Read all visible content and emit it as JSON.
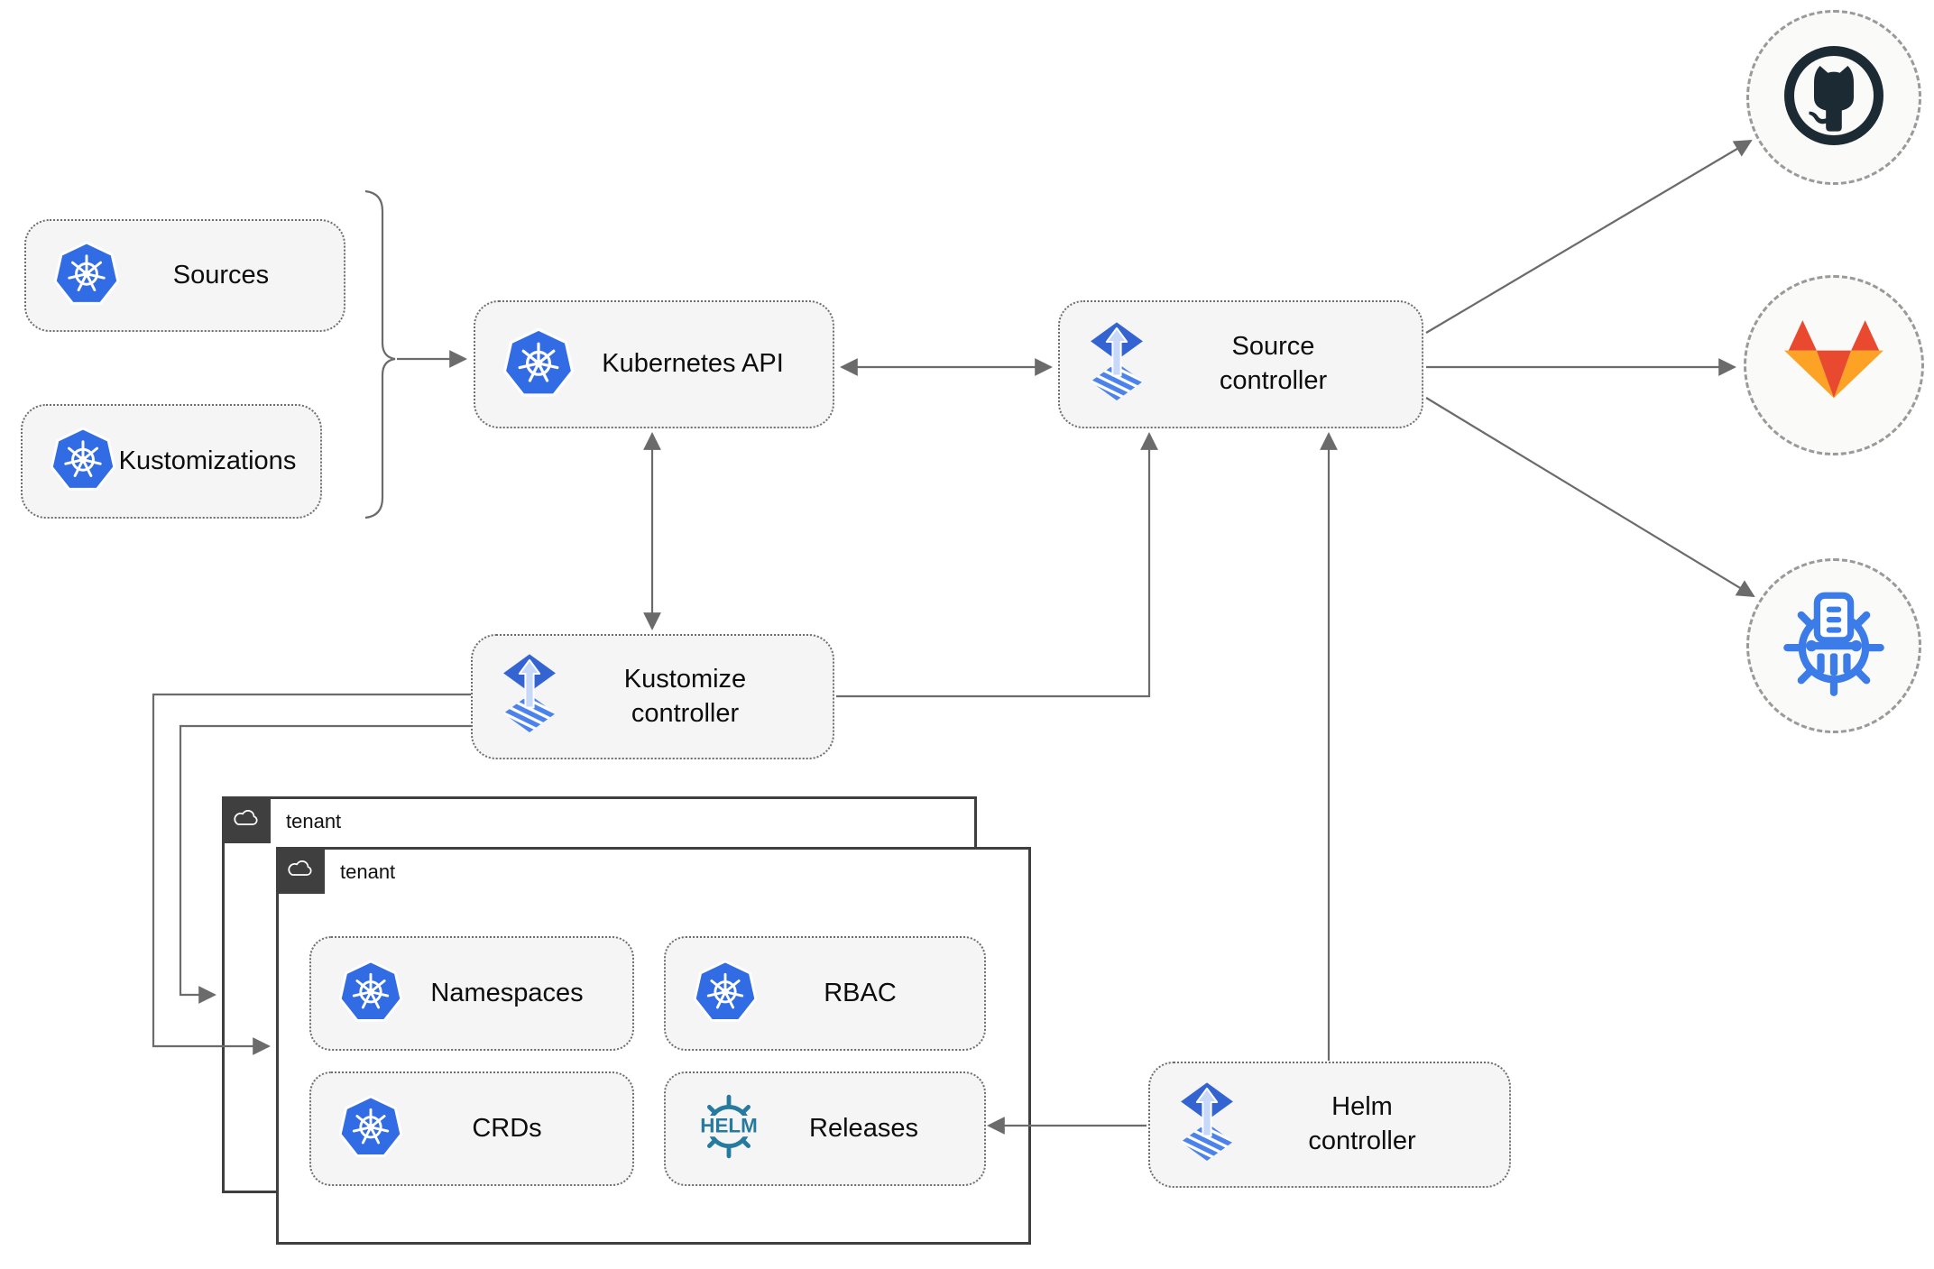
{
  "nodes": {
    "sources": {
      "label": "Sources",
      "icon": "kubernetes-icon"
    },
    "kustomizations": {
      "label": "Kustomizations",
      "icon": "kubernetes-icon"
    },
    "kubernetes_api": {
      "label": "Kubernetes API",
      "icon": "kubernetes-icon"
    },
    "source_controller": {
      "label": "Source controller",
      "icon": "flux-icon"
    },
    "kustomize_controller": {
      "label": "Kustomize controller",
      "icon": "flux-icon"
    },
    "helm_controller": {
      "label": "Helm controller",
      "icon": "flux-icon"
    }
  },
  "tenants": {
    "back": {
      "label": "tenant",
      "icon": "cloud-icon"
    },
    "front": {
      "label": "tenant",
      "icon": "cloud-icon",
      "items": [
        {
          "label": "Namespaces",
          "icon": "kubernetes-icon"
        },
        {
          "label": "RBAC",
          "icon": "kubernetes-icon"
        },
        {
          "label": "CRDs",
          "icon": "kubernetes-icon"
        },
        {
          "label": "Releases",
          "icon": "helm-icon",
          "icon_text": "HELM"
        }
      ]
    }
  },
  "endpoints": [
    {
      "name": "github",
      "icon": "github-icon"
    },
    {
      "name": "gitlab",
      "icon": "gitlab-icon"
    },
    {
      "name": "chart-repository",
      "icon": "chartmuseum-icon"
    }
  ],
  "colors": {
    "kubernetes_blue": "#326ce5",
    "flux_blue": "#3464d2",
    "flux_stripe_blue": "#4b82ec",
    "helm_teal": "#277a9f",
    "github_dark": "#1b2a33",
    "gitlab_red": "#e8492f",
    "gitlab_light_orange": "#fca326",
    "chartmuseum_blue": "#3b7ce8",
    "connector_gray": "#6b6b6b",
    "node_fill": "#f5f5f5",
    "tenant_border": "#3f3f3f"
  }
}
